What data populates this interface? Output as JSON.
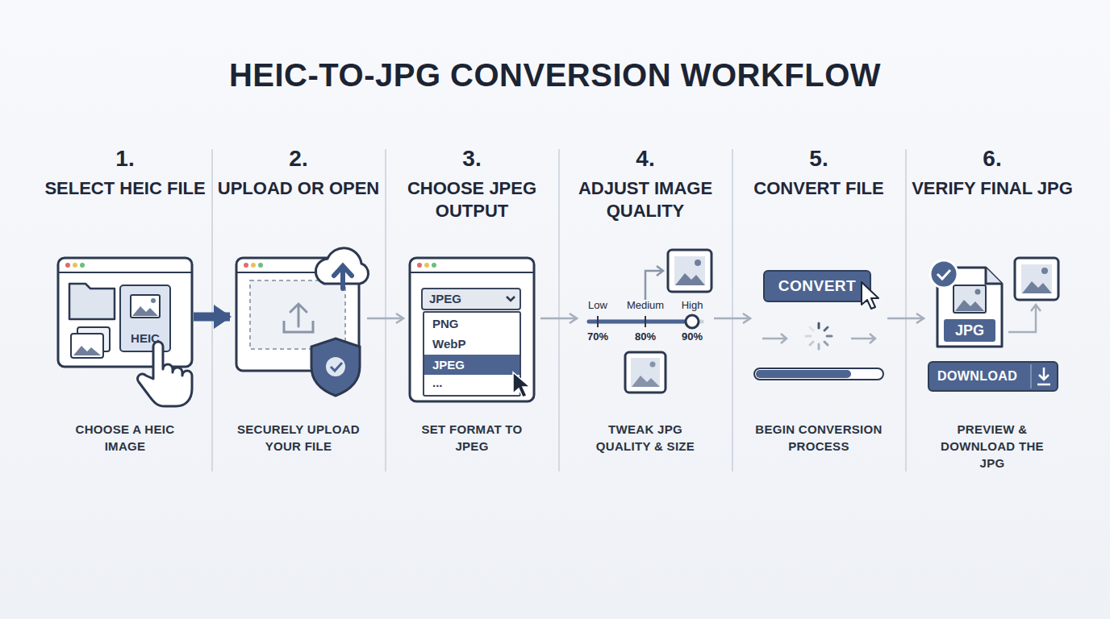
{
  "diagram": {
    "title": "HEIC-TO-JPG CONVERSION WORKFLOW",
    "nodes": [
      {
        "text": [
          "1.",
          "SELECT HEIC FILE",
          "CHOOSE A HEIC IMAGE"
        ]
      },
      {
        "text": [
          "HEIC"
        ],
        "in": 0
      },
      {
        "text": [
          "2.",
          "UPLOAD OR OPEN",
          "SECURELY UPLOAD YOUR FILE"
        ]
      },
      {
        "text": [
          "3.",
          "CHOOSE JPEG OUTPUT",
          "SET FORMAT TO JPEG"
        ]
      },
      {
        "text": [
          "JPEG"
        ],
        "in": 3
      },
      {
        "text": [
          "PNG",
          "WebP",
          "JPEG",
          "..."
        ],
        "in": 3
      },
      {
        "text": [
          "4.",
          "ADJUST IMAGE QUALITY",
          "TWEAK JPG QUALITY & SIZE"
        ]
      },
      {
        "text": [
          "5.",
          "CONVERT FILE",
          "BEGIN CONVERSION PROCESS"
        ]
      },
      {
        "text": [
          "CONVERT"
        ],
        "in": 7
      },
      {
        "text": [
          "6.",
          "VERIFY FINAL JPG",
          "PREVIEW & DOWNLOAD THE JPG"
        ]
      },
      {
        "text": [
          "JPG"
        ],
        "in": 9
      },
      {
        "text": [
          "DOWNLOAD"
        ],
        "in": 9
      }
    ],
    "edges": [
      {
        "from": 0,
        "to": 2,
        "arrow": "to"
      },
      {
        "from": 2,
        "to": 3,
        "arrow": "to"
      },
      {
        "from": 3,
        "to": 6,
        "arrow": "to"
      },
      {
        "from": 6,
        "to": 7,
        "arrow": "to"
      },
      {
        "from": 7,
        "to": 9,
        "arrow": "to"
      }
    ],
    "labels": [
      "Low",
      "Medium",
      "High",
      "70%",
      "80%",
      "90%"
    ]
  }
}
